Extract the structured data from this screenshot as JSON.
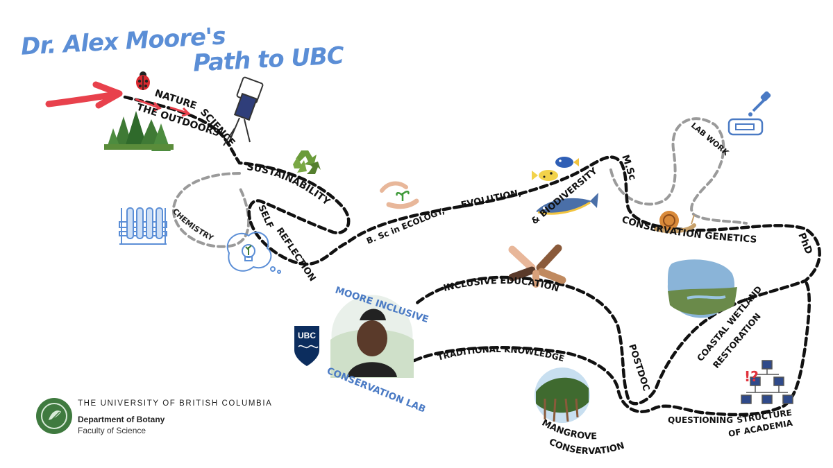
{
  "title": {
    "line1": "Dr. Alex Moore's",
    "line2": "Path to UBC"
  },
  "labels": {
    "nature": "NATURE",
    "outdoors": "THE OUTDOORS",
    "science": "SCIENCE",
    "sustainability": "SUSTAINABILITY",
    "chemistry": "CHEMISTRY",
    "self": "SELF",
    "reflection": "REFLECTION",
    "bsc": "B. Sc in ECOLOGY,",
    "evolution": "EVOLUTION,",
    "biodiversity": "& BIODIVERSITY",
    "msc": "M.Sc",
    "labwork": "LAB WORK",
    "conservation_genetics": "CONSERVATION GENETICS",
    "phd": "PhD",
    "coastal_1": "COASTAL WETLAND",
    "coastal_2": "RESTORATION",
    "inclusive_education": "INCLUSIVE EDUCATION",
    "traditional_knowledge": "TRADITIONAL KNOWLEDGE",
    "postdoc": "POSTDOC",
    "mangrove": "MANGROVE",
    "conservation": "CONSERVATION",
    "questioning": "QUESTIONING",
    "structure": "STRUCTURE",
    "of_academia": "OF ACADEMIA",
    "lab_top": "MOORE INCLUSIVE",
    "lab_bottom": "CONSERVATION LAB"
  },
  "logo": {
    "ubc_badge": "UBC",
    "university": "THE UNIVERSITY OF BRITISH COLUMBIA",
    "department": "Department of Botany",
    "faculty": "Faculty of Science"
  },
  "icons": [
    "ladybug-icon",
    "forest-icon",
    "microscope-icon",
    "recycle-icon",
    "test-tubes-icon",
    "lightbulb-plant-icon",
    "hands-seedling-icon",
    "tropical-fish-icon",
    "tuna-icon",
    "dropper-icon",
    "lab-slide-icon",
    "snail-icon",
    "joined-hands-icon",
    "hierarchy-icon",
    "arrow-icon"
  ],
  "colors": {
    "accent_blue": "#5b8ed6",
    "path": "#111111",
    "path_faded": "#9a9a9a",
    "arrow": "#e8414c",
    "ubc_blue": "#0c2d5e",
    "botany_green": "#3f7a3f"
  }
}
